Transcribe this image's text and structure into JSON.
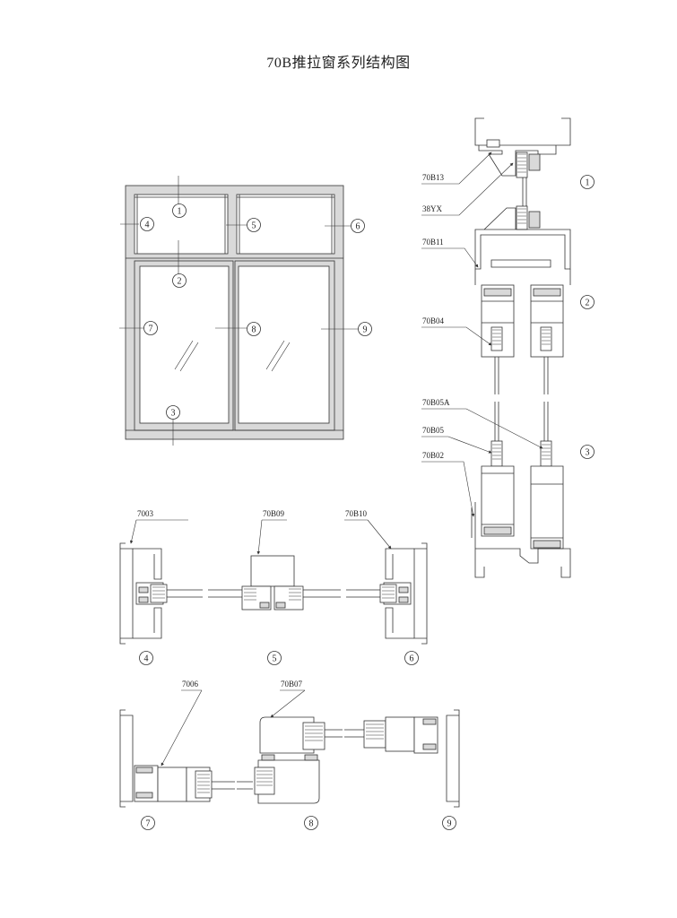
{
  "title": "70B推拉窗系列结构图",
  "elevation_callouts": [
    "1",
    "2",
    "3",
    "4",
    "5",
    "6",
    "7",
    "8",
    "9"
  ],
  "right_section": {
    "labels": [
      "70B13",
      "38YX",
      "70B11",
      "70B04",
      "70B05A",
      "70B05",
      "70B02"
    ],
    "callouts": [
      "1",
      "2",
      "3"
    ]
  },
  "middle_section": {
    "labels": [
      "7003",
      "70B09",
      "70B10"
    ],
    "callouts": [
      "4",
      "5",
      "6"
    ]
  },
  "bottom_section": {
    "labels": [
      "7006",
      "70B07"
    ],
    "callouts": [
      "7",
      "8",
      "9"
    ]
  },
  "colors": {
    "frame_fill": "#d9d9d9",
    "line": "#333333"
  }
}
